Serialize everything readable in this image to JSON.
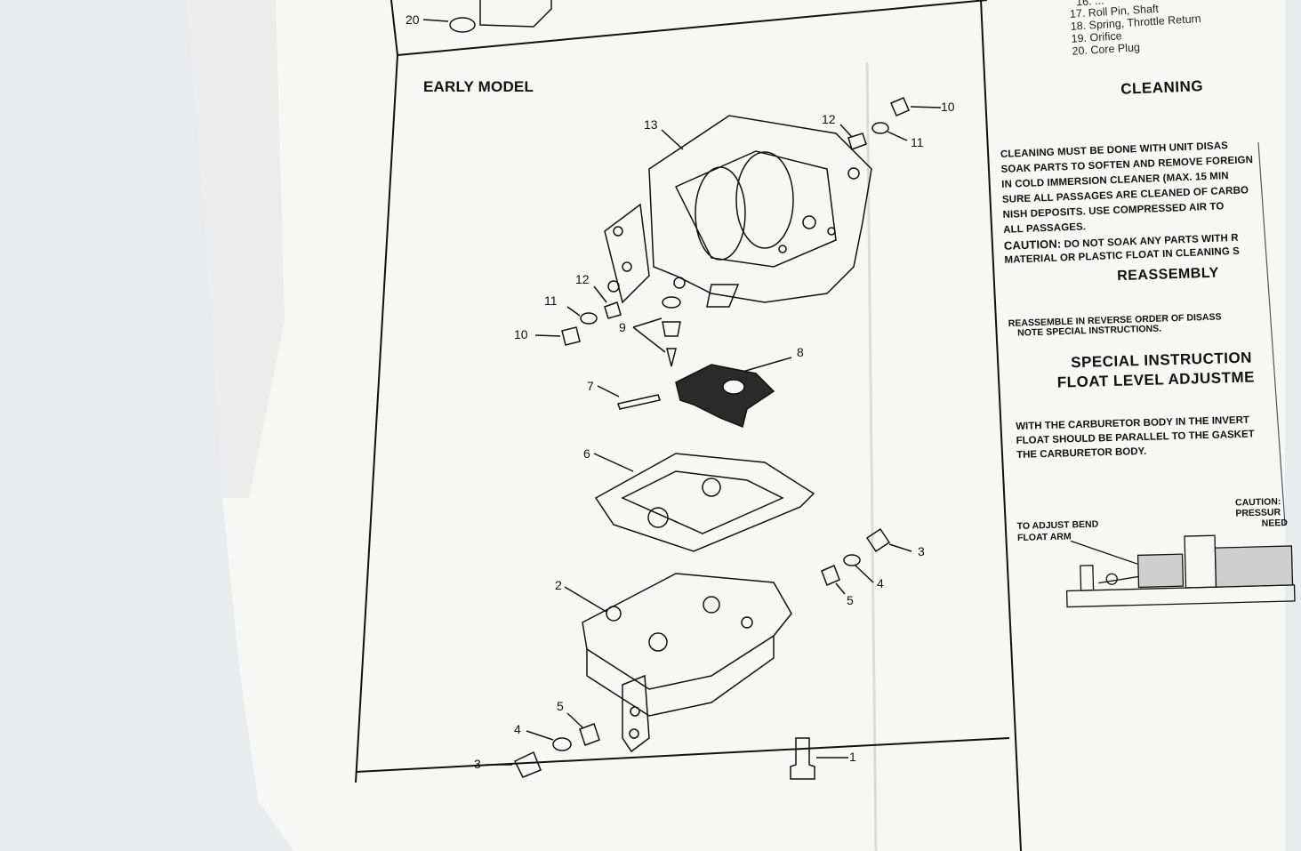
{
  "left_panel": {
    "top_callout": "20",
    "title": "EARLY MODEL",
    "callouts": [
      "13",
      "12",
      "11",
      "10",
      "12",
      "11",
      "10",
      "9",
      "8",
      "7",
      "6",
      "3",
      "4",
      "5",
      "2",
      "5",
      "4",
      "3",
      "1"
    ]
  },
  "right_panel": {
    "parts_list": [
      "16. ...",
      "17. Roll Pin, Shaft",
      "18. Spring, Throttle Return",
      "19. Orifice",
      "20. Core Plug"
    ],
    "cleaning": {
      "heading": "CLEANING",
      "lines": [
        "CLEANING MUST BE DONE WITH UNIT DISAS",
        "SOAK PARTS TO SOFTEN AND REMOVE FOREIGN",
        "IN COLD IMMERSION CLEANER (MAX. 15 MIN",
        "SURE ALL PASSAGES ARE CLEANED OF CARBO",
        "NISH DEPOSITS.  USE COMPRESSED AIR TO",
        "ALL PASSAGES."
      ],
      "caution_label": "CAUTION:",
      "caution_line1": " DO NOT SOAK ANY PARTS WITH R",
      "caution_line2": "MATERIAL OR PLASTIC FLOAT IN CLEANING S"
    },
    "reassembly": {
      "heading": "REASSEMBLY",
      "lines": [
        "REASSEMBLE IN REVERSE ORDER OF DISASS",
        "NOTE SPECIAL INSTRUCTIONS."
      ]
    },
    "special": {
      "heading1": "SPECIAL INSTRUCTION",
      "heading2": "FLOAT LEVEL ADJUSTME",
      "lines": [
        "WITH THE CARBURETOR BODY IN THE INVERT",
        "FLOAT SHOULD BE PARALLEL TO THE GASKET",
        "THE CARBURETOR BODY."
      ]
    },
    "float_diagram": {
      "adjust_label_1": "TO ADJUST BEND",
      "adjust_label_2": "FLOAT ARM",
      "caution_1": "CAUTION:",
      "caution_2": "PRESSUR",
      "caution_3": "NEED"
    }
  }
}
